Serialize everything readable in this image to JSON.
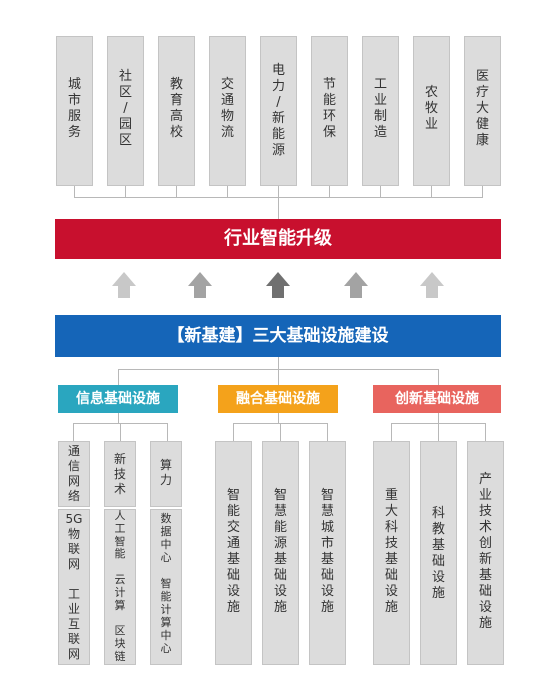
{
  "industries": [
    {
      "label": "城\n市\n服\n务"
    },
    {
      "label": "社\n区\n/\n园\n区"
    },
    {
      "label": "教\n育\n高\n校"
    },
    {
      "label": "交\n通\n物\n流"
    },
    {
      "label": "电\n力\n/\n新\n能\n源"
    },
    {
      "label": "节\n能\n环\n保"
    },
    {
      "label": "工\n业\n制\n造"
    },
    {
      "label": "农\n牧\n业"
    },
    {
      "label": "医\n疗\n大\n健\n康"
    }
  ],
  "upgrade_band": {
    "label": "行业智能升级"
  },
  "new_infra_band": {
    "label": "【新基建】三大基础设施建设"
  },
  "categories": [
    {
      "label": "信息基础设施",
      "columns": [
        {
          "top": "通\n信\n网\n络",
          "bottom": "5G\n物\n联\n网\n \n工\n业\n互\n联\n网"
        },
        {
          "top": "新\n技\n术",
          "bottom": "人\n工\n智\n能\n \n云\n计\n算\n \n区\n块\n链"
        },
        {
          "top": "算\n力",
          "bottom": "数\n据\n中\n心\n \n智\n能\n计\n算\n中\n心"
        }
      ]
    },
    {
      "label": "融合基础设施",
      "columns": [
        {
          "text": "智\n能\n交\n通\n基\n础\n设\n施"
        },
        {
          "text": "智\n慧\n能\n源\n基\n础\n设\n施"
        },
        {
          "text": "智\n慧\n城\n市\n基\n础\n设\n施"
        }
      ]
    },
    {
      "label": "创新基础设施",
      "columns": [
        {
          "text": "重\n大\n科\n技\n基\n础\n设\n施"
        },
        {
          "text": "科\n教\n基\n础\n设\n施"
        },
        {
          "text": "产\n业\n技\n术\n创\n新\n基\n础\n设\n施"
        }
      ]
    }
  ],
  "colors": {
    "upgrade_red": "#c8102e",
    "infra_blue": "#1565b8",
    "info_teal": "#2aa6bf",
    "fusion_orange": "#f4a21b",
    "innovation_pink": "#e8645e",
    "box_gray": "#dcdcdc",
    "arrow_light": "#c8c8c8",
    "arrow_mid": "#a3a3a3",
    "arrow_dark": "#707070"
  },
  "arrows": [
    {
      "shade": "light"
    },
    {
      "shade": "mid"
    },
    {
      "shade": "dark"
    },
    {
      "shade": "mid"
    },
    {
      "shade": "light"
    }
  ]
}
